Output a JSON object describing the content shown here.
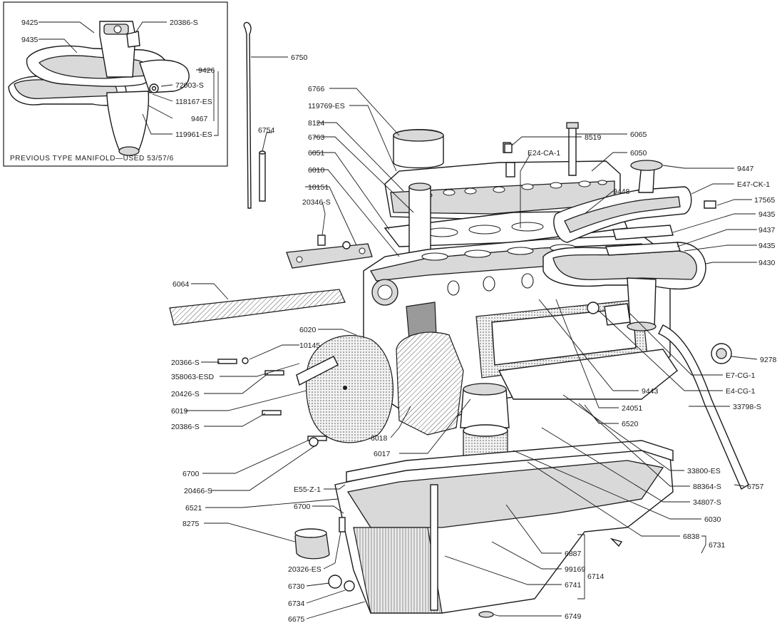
{
  "inset": {
    "caption": "PREVIOUS TYPE MANIFOLD—USED 53/57/6",
    "labels": [
      "9425",
      "20386-S",
      "9435",
      "9426",
      "72003-S",
      "118167-ES",
      "9467",
      "119961-ES"
    ]
  },
  "labels": {
    "p6750": "6750",
    "p6754": "6754",
    "p6766": "6766",
    "p119769": "119769-ES",
    "p8124": "8124",
    "p6763": "6763",
    "p6051": "6051",
    "p6010": "6010",
    "p10151": "10151",
    "p20346": "20346-S",
    "p8519": "8519",
    "p6065": "6065",
    "pE24": "E24-CA-1",
    "p6050": "6050",
    "p9447": "9447",
    "p9448": "9448",
    "pE47": "E47-CK-1",
    "p17565": "17565",
    "p9435a": "9435",
    "p9437": "9437",
    "p9435b": "9435",
    "p9430": "9430",
    "p6064": "6064",
    "p6020": "6020",
    "p10145": "10145",
    "p20366": "20366-S",
    "p358063": "358063-ESD",
    "p20426": "20426-S",
    "p6019": "6019",
    "p20386": "20386-S",
    "p6018": "6018",
    "p6017": "6017",
    "p6700a": "6700",
    "p20466": "20466-S",
    "p6521": "6521",
    "pE55": "E55-Z-1",
    "p6700b": "6700",
    "p8275": "8275",
    "p20326": "20326-ES",
    "p6730": "6730",
    "p6734": "6734",
    "p6675": "6675",
    "p9278": "9278",
    "pE7": "E7-CG-1",
    "pE4": "E4-CG-1",
    "p9443": "9443",
    "p33798": "33798-S",
    "p24051": "24051",
    "p6520": "6520",
    "p6757": "6757",
    "p33800": "33800-ES",
    "p88364": "88364-S",
    "p34807": "34807-S",
    "p6030": "6030",
    "p6838": "6838",
    "p6731": "6731",
    "p6887": "6887",
    "p99169": "99169",
    "p6714": "6714",
    "p6741": "6741",
    "p6749": "6749"
  }
}
